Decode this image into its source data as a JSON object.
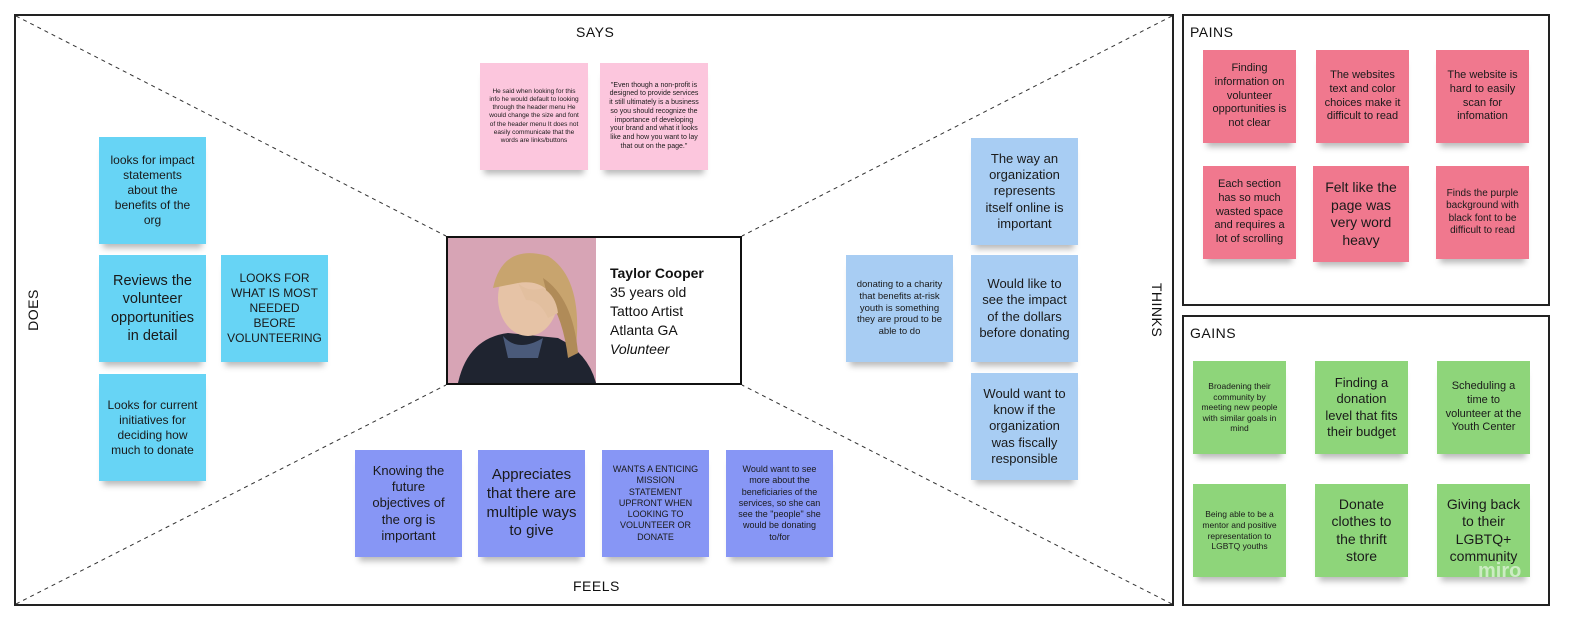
{
  "quadrants": {
    "says": "SAYS",
    "thinks": "THINKS",
    "does": "DOES",
    "feels": "FEELS"
  },
  "persona": {
    "name": "Taylor Cooper",
    "age": "35 years old",
    "job": "Tattoo Artist",
    "location": "Atlanta GA",
    "role": "Volunteer"
  },
  "says": [
    "He said when looking for this info he would default to looking through the header menu He would change the size and font of the header menu It does not easily communicate that the words are links/buttons",
    "\"Even though a non-profit is designed to provide services it still ultimately is a business so you should recognize the importance of developing your brand and what it looks like and how you want to lay that out on the page.\""
  ],
  "does": [
    "looks for impact statements about the benefits of the org",
    "Reviews the volunteer opportunities in detail",
    "LOOKS FOR WHAT IS MOST NEEDED BEORE VOLUNTEERING",
    "Looks for current initiatives for deciding how much to donate"
  ],
  "thinks": [
    "The way an organization represents itself online is important",
    "donating to a charity that benefits at-risk youth is something they are proud to be able to do",
    "Would like to see the impact of the dollars before donating",
    "Would want to know if the organization was fiscally responsible"
  ],
  "feels": [
    "Knowing the future objectives of the org is important",
    "Appreciates that there are multiple ways to give",
    "WANTS A ENTICING MISSION STATEMENT UPFRONT WHEN LOOKING TO VOLUNTEER OR DONATE",
    "Would want to see more about the beneficiaries of the services, so she can see the \"people\" she would be donating to/for"
  ],
  "pains": {
    "title": "PAINS",
    "notes": [
      "Finding information on volunteer opportunities is not clear",
      "The websites text and color choices make it difficult to read",
      "The website is hard to easily scan for infomation",
      "Each section has so much wasted space and requires a lot of scrolling",
      "Felt like the page was very word heavy",
      "Finds the purple background with black font to be difficult to read"
    ]
  },
  "gains": {
    "title": "GAINS",
    "notes": [
      "Broadening their community by meeting new people with similar goals in mind",
      "Finding a donation level that fits their budget",
      "Scheduling a time to volunteer at the Youth Center",
      "Being able to be a mentor and positive representation to LGBTQ youths",
      "Donate clothes to the thrift store",
      "Giving back to their LGBTQ+ community"
    ]
  },
  "watermark": "miro",
  "colors": {
    "does": "#67d4f5",
    "thinks": "#a8cdf3",
    "feels": "#8796f5",
    "says": "#fcc6dd",
    "pains": "#f0788e",
    "gains": "#8ed57a"
  }
}
